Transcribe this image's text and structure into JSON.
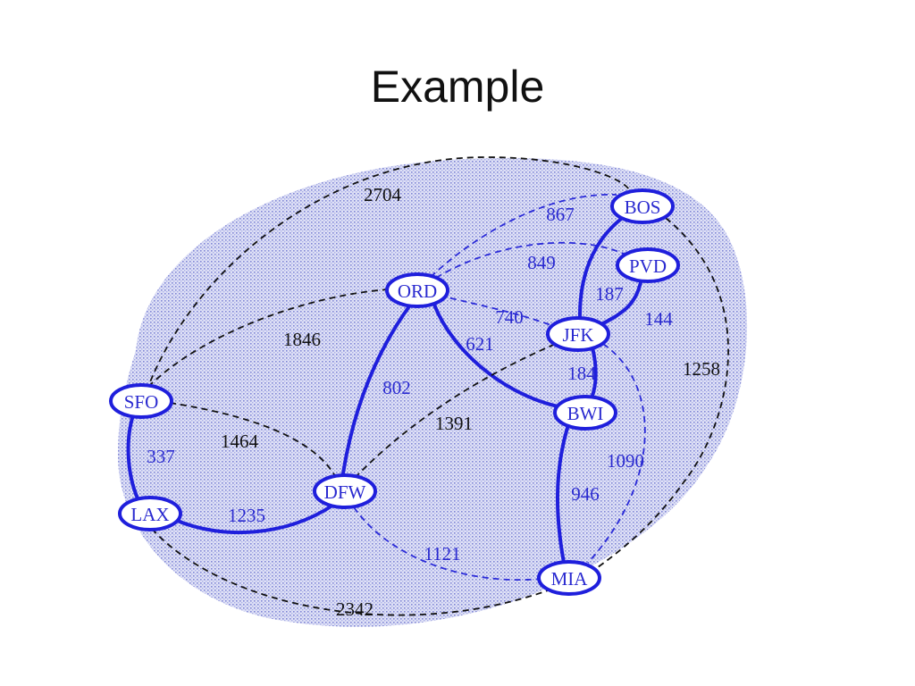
{
  "slide": {
    "title": "Example"
  },
  "graph": {
    "nodes": [
      {
        "id": "BOS",
        "label": "BOS"
      },
      {
        "id": "PVD",
        "label": "PVD"
      },
      {
        "id": "ORD",
        "label": "ORD"
      },
      {
        "id": "JFK",
        "label": "JFK"
      },
      {
        "id": "SFO",
        "label": "SFO"
      },
      {
        "id": "BWI",
        "label": "BWI"
      },
      {
        "id": "DFW",
        "label": "DFW"
      },
      {
        "id": "LAX",
        "label": "LAX"
      },
      {
        "id": "MIA",
        "label": "MIA"
      }
    ],
    "edges": [
      {
        "from": "SFO",
        "to": "BOS",
        "weight": "2704",
        "style": "dashed",
        "color": "#111111"
      },
      {
        "from": "ORD",
        "to": "BOS",
        "weight": "867",
        "style": "dashed",
        "color": "#2a2ad8"
      },
      {
        "from": "ORD",
        "to": "PVD",
        "weight": "849",
        "style": "dashed",
        "color": "#2a2ad8"
      },
      {
        "from": "JFK",
        "to": "BOS",
        "weight": "187",
        "style": "solid",
        "color": "#1f1fdc"
      },
      {
        "from": "JFK",
        "to": "PVD",
        "weight": "144",
        "style": "solid",
        "color": "#1f1fdc"
      },
      {
        "from": "ORD",
        "to": "JFK",
        "weight": "740",
        "style": "dashed",
        "color": "#2a2ad8"
      },
      {
        "from": "ORD",
        "to": "BWI",
        "weight": "621",
        "style": "solid",
        "color": "#1f1fdc"
      },
      {
        "from": "SFO",
        "to": "ORD",
        "weight": "1846",
        "style": "dashed",
        "color": "#111111"
      },
      {
        "from": "JFK",
        "to": "BWI",
        "weight": "184",
        "style": "solid",
        "color": "#1f1fdc"
      },
      {
        "from": "BOS",
        "to": "MIA",
        "weight": "1258",
        "style": "dashed",
        "color": "#111111"
      },
      {
        "from": "ORD",
        "to": "DFW",
        "weight": "802",
        "style": "solid",
        "color": "#1f1fdc"
      },
      {
        "from": "DFW",
        "to": "JFK",
        "weight": "1391",
        "style": "dashed",
        "color": "#111111"
      },
      {
        "from": "SFO",
        "to": "DFW",
        "weight": "1464",
        "style": "dashed",
        "color": "#111111"
      },
      {
        "from": "SFO",
        "to": "LAX",
        "weight": "337",
        "style": "solid",
        "color": "#1f1fdc"
      },
      {
        "from": "JFK",
        "to": "MIA",
        "weight": "1090",
        "style": "dashed",
        "color": "#2a2ad8"
      },
      {
        "from": "BWI",
        "to": "MIA",
        "weight": "946",
        "style": "solid",
        "color": "#1f1fdc"
      },
      {
        "from": "LAX",
        "to": "DFW",
        "weight": "1235",
        "style": "solid",
        "color": "#1f1fdc"
      },
      {
        "from": "DFW",
        "to": "MIA",
        "weight": "1121",
        "style": "dashed",
        "color": "#2a2ad8"
      },
      {
        "from": "LAX",
        "to": "MIA",
        "weight": "2342",
        "style": "dashed",
        "color": "#111111"
      }
    ]
  },
  "colors": {
    "region_fill": "#c9cdf0",
    "node_stroke": "#1f1fdc",
    "blue_text": "#2a2ad0",
    "black_text": "#111111"
  }
}
